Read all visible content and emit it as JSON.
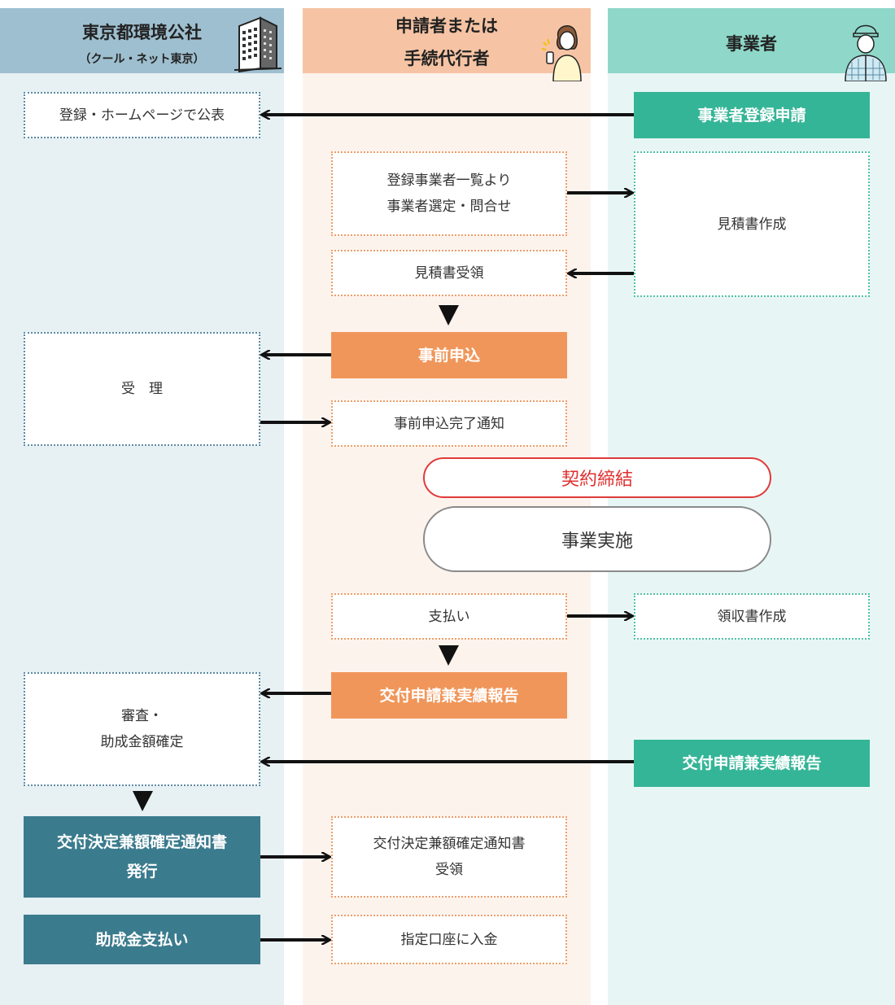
{
  "lanes": {
    "left": {
      "title": "東京都環境公社",
      "subtitle": "（クール・ネット東京）"
    },
    "middle": {
      "title_line1": "申請者または",
      "title_line2": "手続代行者"
    },
    "right": {
      "title": "事業者"
    }
  },
  "boxes": {
    "publish": "登録・ホームページで公表",
    "register_apply": "事業者登録申請",
    "select_line1": "登録事業者一覧より",
    "select_line2": "事業者選定・問合せ",
    "estimate_make": "見積書作成",
    "estimate_receive": "見積書受領",
    "pre_apply": "事前申込",
    "accept": "受　理",
    "pre_apply_done": "事前申込完了通知",
    "contract": "契約締結",
    "implement": "事業実施",
    "payment": "支払い",
    "receipt_make": "領収書作成",
    "grant_apply_mid": "交付申請兼実績報告",
    "review_line1": "審査・",
    "review_line2": "助成金額確定",
    "grant_apply_right": "交付申請兼実績報告",
    "decision_line1": "交付決定兼額確定通知書",
    "decision_line2": "発行",
    "decision_recv_line1": "交付決定兼額確定通知書",
    "decision_recv_line2": "受領",
    "subsidy_pay": "助成金支払い",
    "deposit": "指定口座に入金"
  },
  "colors": {
    "lane_left_bg": "#e7f0f3",
    "lane_mid_bg": "#fdf3ed",
    "lane_right_bg": "#e7f6f4",
    "lane_left_head": "#9ebfcf",
    "lane_mid_head": "#f6c4a4",
    "lane_right_head": "#8fd8c9",
    "teal": "#35b597",
    "orange": "#f0965a",
    "navy": "#3b7b8e",
    "contract_red": "#e03030"
  },
  "icons": [
    "office-building-icon",
    "applicant-woman-icon",
    "worker-icon"
  ]
}
